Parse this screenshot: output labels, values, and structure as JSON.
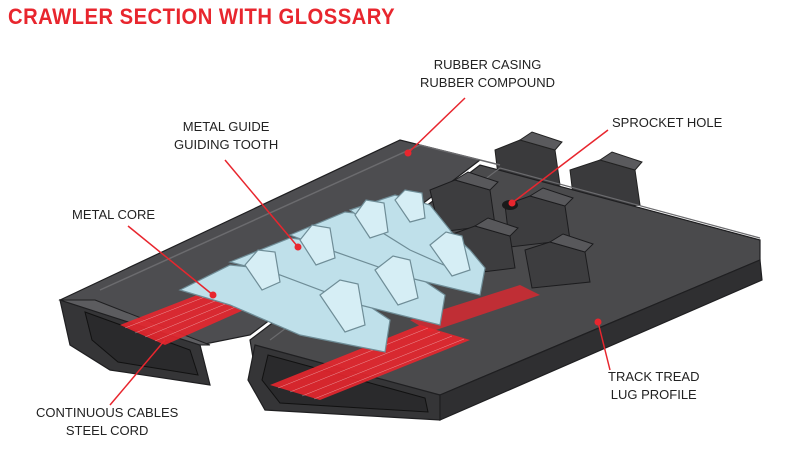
{
  "title": "CRAWLER SECTION WITH GLOSSARY",
  "labels": {
    "rubber_casing": {
      "line1": "RUBBER CASING",
      "line2": "RUBBER COMPOUND"
    },
    "sprocket_hole": {
      "line1": "SPROCKET HOLE"
    },
    "metal_guide": {
      "line1": "METAL GUIDE",
      "line2": "GUIDING TOOTH"
    },
    "metal_core": {
      "line1": "METAL CORE"
    },
    "continuous_cables": {
      "line1": "CONTINUOUS CABLES",
      "line2": "STEEL CORD"
    },
    "track_tread": {
      "line1": "TRACK TREAD",
      "line2": "LUG PROFILE"
    }
  },
  "colors": {
    "accent_red": "#e8262e",
    "rubber_top": "#4a4a4c",
    "rubber_side": "#2c2c2e",
    "rubber_edge": "#6b6b6e",
    "metal_core": "#bfe0ea",
    "metal_outline": "#6f8d97"
  }
}
